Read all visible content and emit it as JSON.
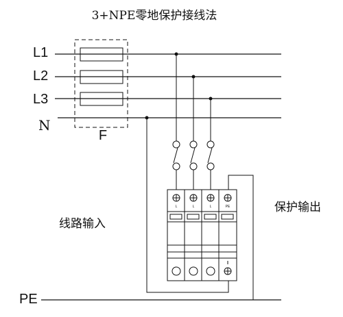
{
  "title": "3+NPE零地保护接线法",
  "lines": {
    "L1": "L1",
    "L2": "L2",
    "L3": "L3",
    "N": "N",
    "PE": "PE"
  },
  "fuse_label": "F",
  "input_label": "线路输入",
  "output_label": "保护输出",
  "module_marks": [
    "L",
    "L",
    "L",
    "PE"
  ]
}
